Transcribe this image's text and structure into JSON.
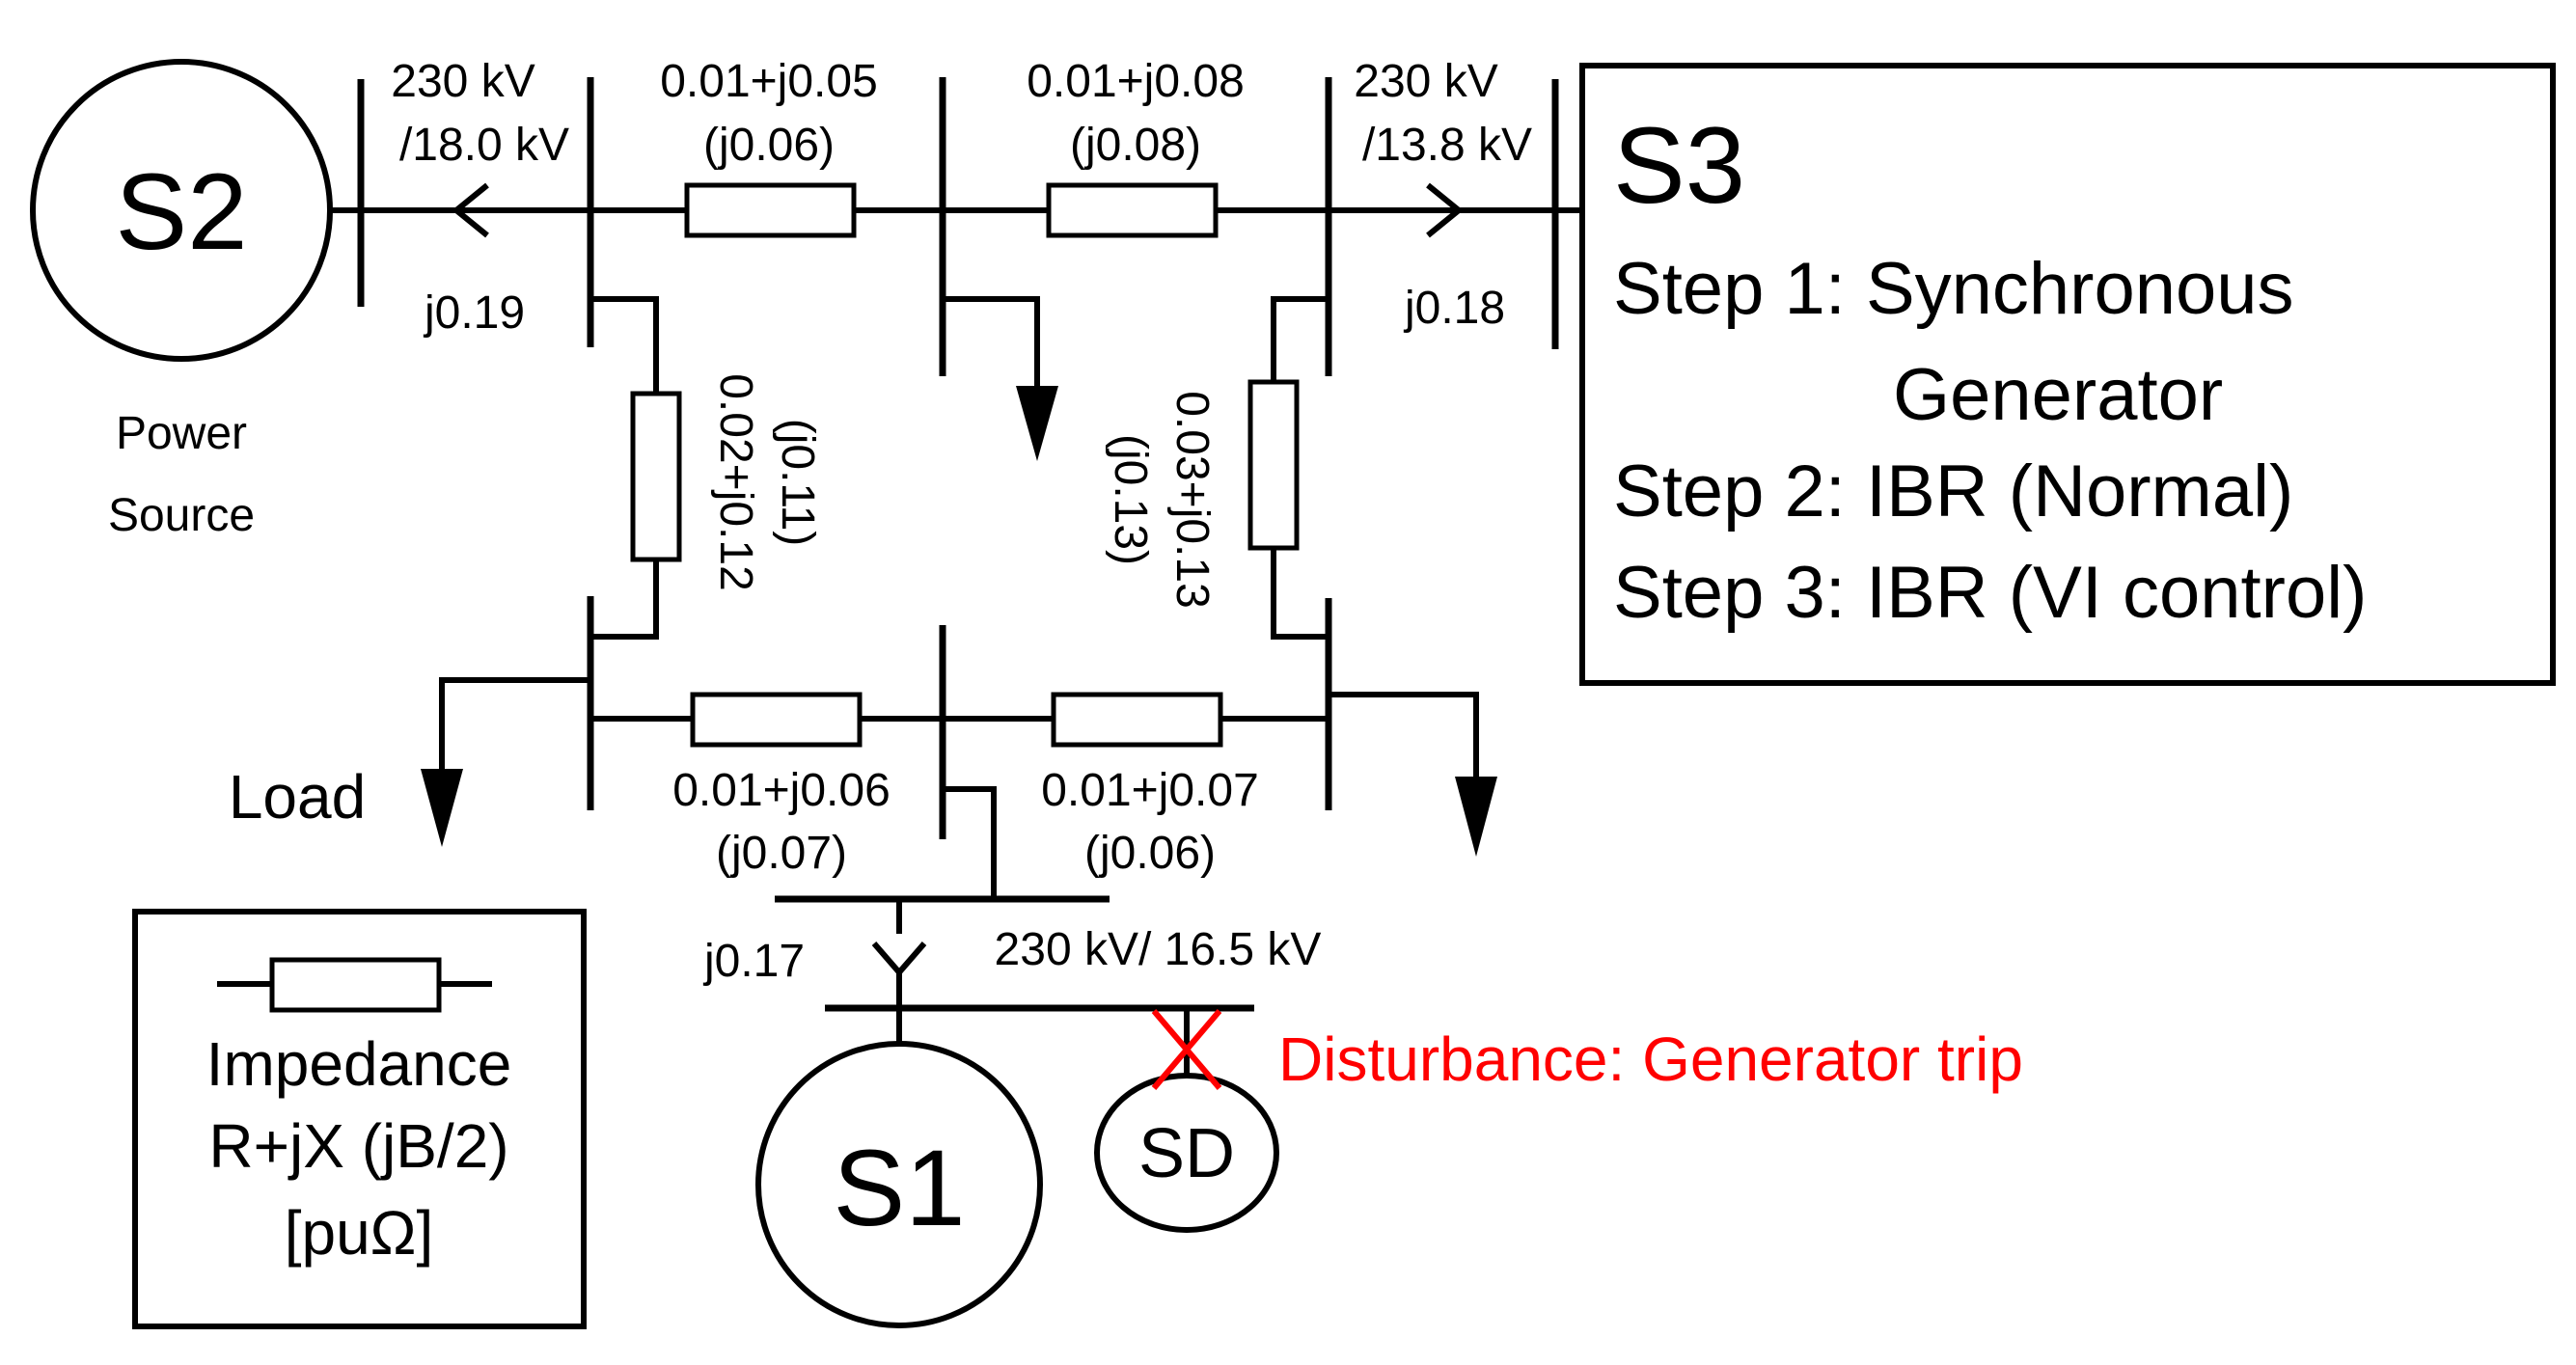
{
  "sources": {
    "s2": "S2",
    "s2_desc": [
      "Power",
      "Source"
    ],
    "s1": "S1",
    "sd": "SD",
    "s3": "S3"
  },
  "s3_box": {
    "steps": [
      "Step 1: Synchronous",
      "Generator",
      "Step 2: IBR (Normal)",
      "Step 3: IBR (VI control)"
    ]
  },
  "transformers": {
    "t_s2": {
      "ratio": [
        "230 kV",
        "/18.0 kV"
      ],
      "x": "j0.19"
    },
    "t_s3": {
      "ratio": [
        "230 kV",
        "/13.8 kV"
      ],
      "x": "j0.18"
    },
    "t_s1": {
      "ratio": "230 kV/ 16.5 kV",
      "x": "j0.17"
    }
  },
  "lines": {
    "top_left": [
      "0.01+j0.05",
      "(j0.06)"
    ],
    "top_right": [
      "0.01+j0.08",
      "(j0.08)"
    ],
    "left_vertical": [
      "0.02+j0.12",
      "(j0.11)"
    ],
    "right_vertical": [
      "0.03+j0.13",
      "(j0.13)"
    ],
    "bottom_left": [
      "0.01+j0.06",
      "(j0.07)"
    ],
    "bottom_right": [
      "0.01+j0.07",
      "(j0.06)"
    ]
  },
  "load_label": "Load",
  "legend": {
    "lines": [
      "Impedance",
      "R+jX (jB/2)",
      "[puΩ]"
    ]
  },
  "disturbance": "Disturbance: Generator trip",
  "colors": {
    "line": "#000000",
    "disturbance": "#ff0000",
    "background": "#ffffff"
  }
}
